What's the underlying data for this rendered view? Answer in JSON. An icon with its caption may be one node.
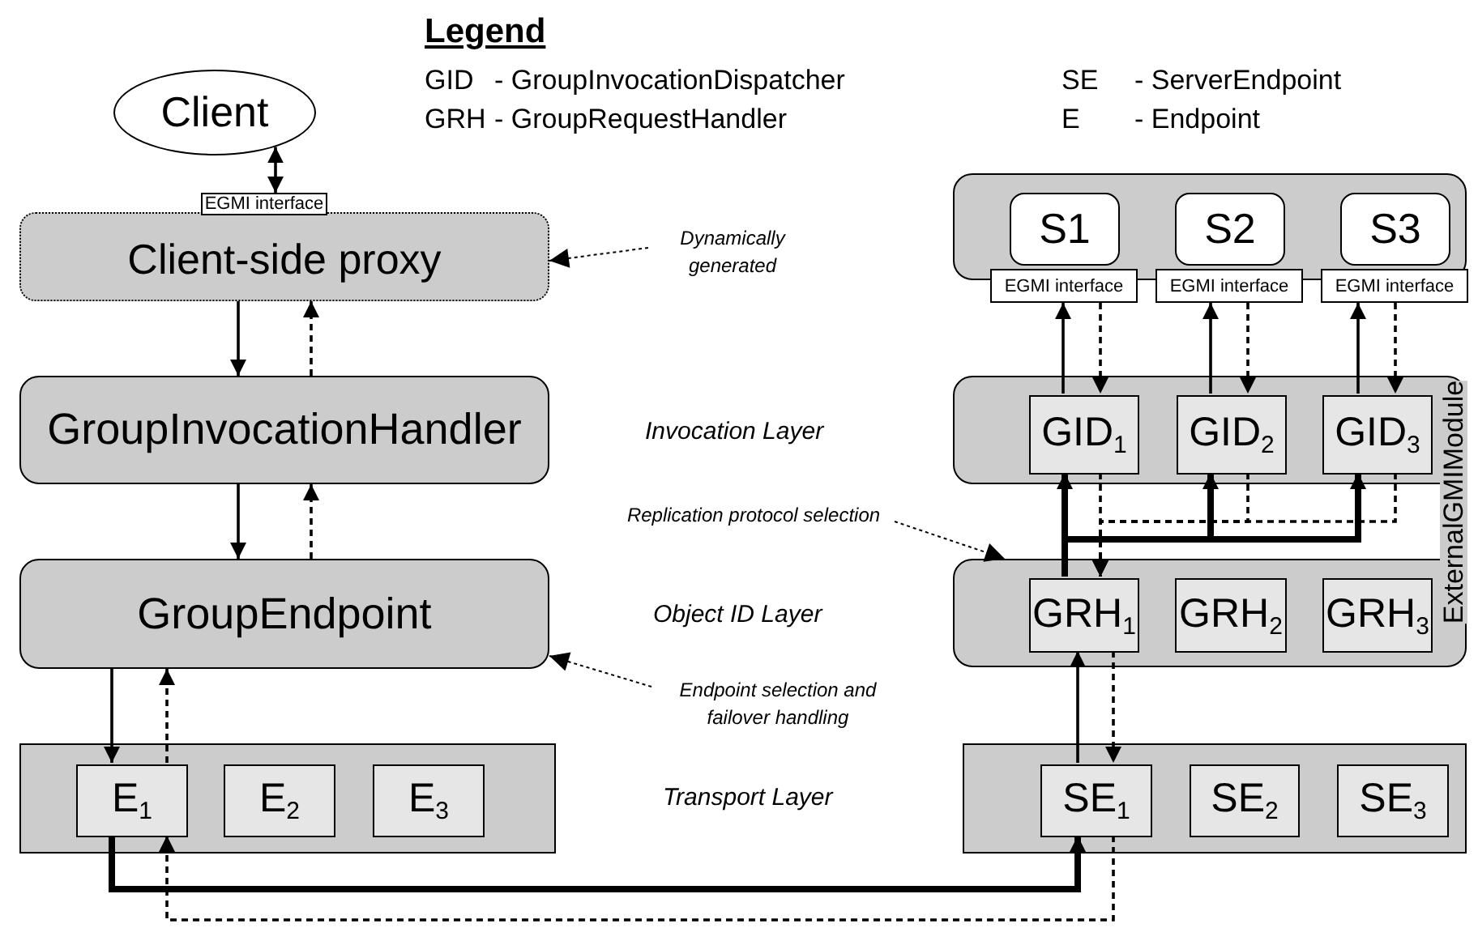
{
  "diagram": {
    "nodes": [
      {
        "text": [
          "Client"
        ]
      },
      {
        "text": [
          "EGMI interface"
        ]
      },
      {
        "text": [
          "Client-side proxy"
        ]
      },
      {
        "text": [
          "GroupInvocationHandler"
        ]
      },
      {
        "text": [
          "GroupEndpoint"
        ]
      },
      {
        "text": [],
        "shape": "box"
      },
      {
        "text": [
          "E$_{1}$"
        ],
        "in": 5
      },
      {
        "text": [
          "E$_{2}$"
        ],
        "in": 5
      },
      {
        "text": [
          "E$_{3}$"
        ],
        "in": 5
      },
      {
        "text": [],
        "shape": "box"
      },
      {
        "text": [
          "S1"
        ],
        "in": 9
      },
      {
        "text": [
          "S2"
        ],
        "in": 9
      },
      {
        "text": [
          "S3"
        ],
        "in": 9
      },
      {
        "text": [
          "EGMI interface"
        ]
      },
      {
        "text": [
          "EGMI interface"
        ]
      },
      {
        "text": [
          "EGMI interface"
        ]
      },
      {
        "text": [],
        "shape": "box"
      },
      {
        "text": [
          "GID$_{1}$"
        ],
        "in": 16
      },
      {
        "text": [
          "GID$_{2}$"
        ],
        "in": 16
      },
      {
        "text": [
          "GID$_{3}$"
        ],
        "in": 16
      },
      {
        "text": [],
        "shape": "box"
      },
      {
        "text": [
          "GRH$_{1}$"
        ],
        "in": 20
      },
      {
        "text": [
          "GRH$_{2}$"
        ],
        "in": 20
      },
      {
        "text": [
          "GRH$_{3}$"
        ],
        "in": 20
      },
      {
        "text": [],
        "shape": "box"
      },
      {
        "text": [
          "SE$_{1}$"
        ],
        "in": 24
      },
      {
        "text": [
          "SE$_{2}$"
        ],
        "in": 24
      },
      {
        "text": [
          "SE$_{3}$"
        ],
        "in": 24
      },
      {
        "text": [
          "Dynamically generated"
        ]
      },
      {
        "text": [
          "Replication protocol selection"
        ]
      },
      {
        "text": [
          "Endpoint selection and failover handling"
        ]
      }
    ],
    "edges": [
      {
        "from": 0,
        "to": 1,
        "arrow": "both"
      },
      {
        "from": 2,
        "to": 3,
        "arrow": "to"
      },
      {
        "from": 3,
        "to": 2,
        "arrow": "to",
        "style": "dashed"
      },
      {
        "from": 3,
        "to": 4,
        "arrow": "to"
      },
      {
        "from": 4,
        "to": 3,
        "arrow": "to",
        "style": "dashed"
      },
      {
        "from": 4,
        "to": 6,
        "arrow": "to"
      },
      {
        "from": 6,
        "to": 4,
        "arrow": "to",
        "style": "dashed"
      },
      {
        "from": 6,
        "to": 25,
        "arrow": "to",
        "style": "thick"
      },
      {
        "from": 25,
        "to": 6,
        "arrow": "to",
        "style": "dashed"
      },
      {
        "from": 25,
        "to": 21,
        "arrow": "to"
      },
      {
        "from": 21,
        "to": 25,
        "arrow": "to",
        "style": "dashed"
      },
      {
        "from": 21,
        "to": 17,
        "arrow": "to",
        "style": "thick"
      },
      {
        "from": 21,
        "to": 18,
        "arrow": "to",
        "style": "thick"
      },
      {
        "from": 21,
        "to": 19,
        "arrow": "to",
        "style": "thick"
      },
      {
        "from": 17,
        "to": 21,
        "arrow": "to",
        "style": "dashed"
      },
      {
        "from": 18,
        "to": 21,
        "arrow": "to",
        "style": "dashed"
      },
      {
        "from": 19,
        "to": 21,
        "arrow": "to",
        "style": "dashed"
      },
      {
        "from": 17,
        "to": 13,
        "arrow": "to"
      },
      {
        "from": 13,
        "to": 17,
        "arrow": "to",
        "style": "dashed"
      },
      {
        "from": 18,
        "to": 14,
        "arrow": "to"
      },
      {
        "from": 14,
        "to": 18,
        "arrow": "to",
        "style": "dashed"
      },
      {
        "from": 19,
        "to": 15,
        "arrow": "to"
      },
      {
        "from": 15,
        "to": 19,
        "arrow": "to",
        "style": "dashed"
      },
      {
        "from": 28,
        "to": 2,
        "arrow": "to",
        "style": "dashed"
      },
      {
        "from": 29,
        "to": 20,
        "arrow": "to",
        "style": "dashed"
      },
      {
        "from": 30,
        "to": 4,
        "arrow": "to",
        "style": "dashed"
      }
    ],
    "labels": [
      "Legend",
      "GID",
      "- GroupInvocationDispatcher",
      "SE",
      "- ServerEndpoint",
      "GRH",
      "- GroupRequestHandler",
      "E",
      "- Endpoint",
      "Invocation Layer",
      "ExternalGMIModule",
      "Object ID Layer",
      "Transport Layer"
    ]
  }
}
